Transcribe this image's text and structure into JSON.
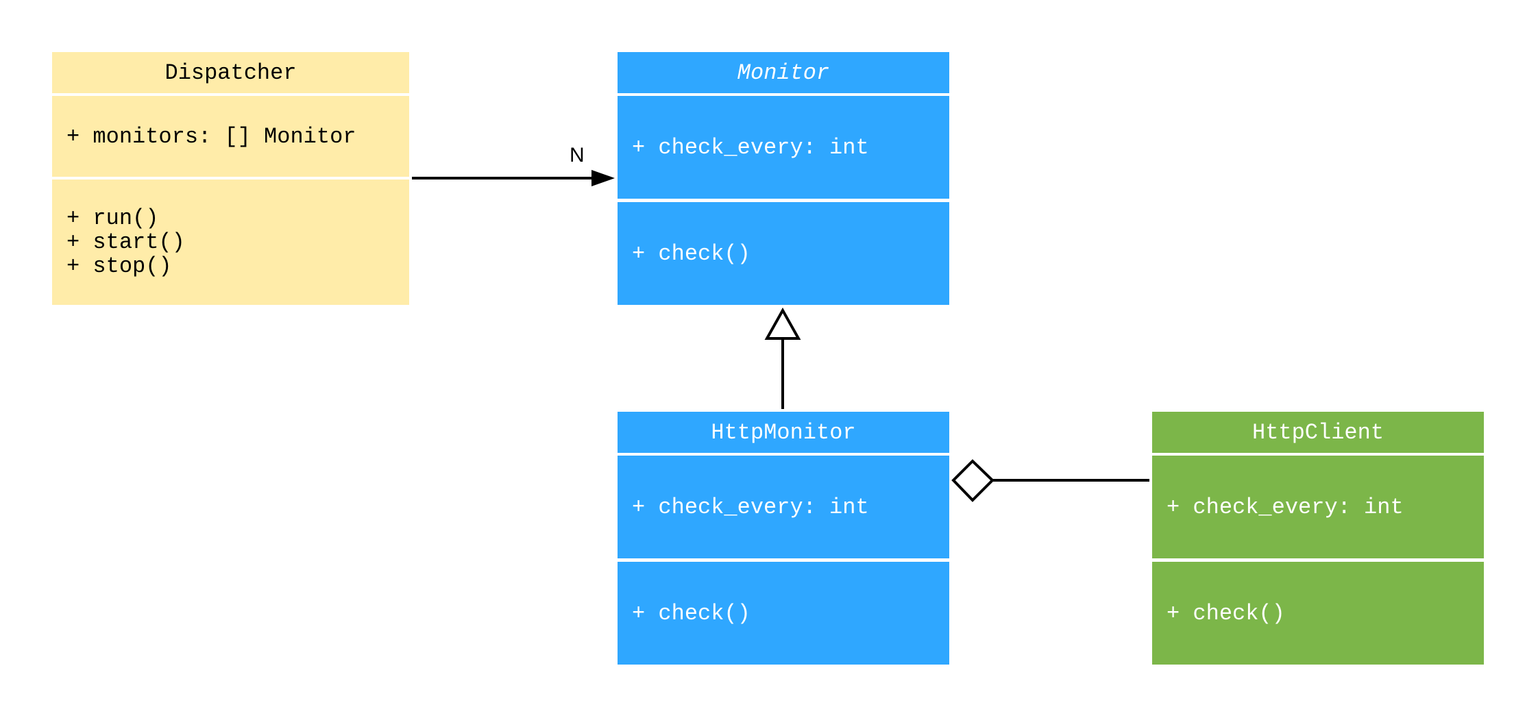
{
  "colors": {
    "dispatcher": "#FFECA9",
    "monitor": "#2FA7FF",
    "http_client": "#7CB649",
    "line": "#000000"
  },
  "classes": {
    "dispatcher": {
      "name": "Dispatcher",
      "attributes": [
        "+ monitors: [] Monitor"
      ],
      "methods": [
        "+ run()",
        "+ start()",
        "+ stop()"
      ]
    },
    "monitor": {
      "name": "Monitor",
      "abstract": true,
      "attributes": [
        "+ check_every: int"
      ],
      "methods": [
        "+ check()"
      ]
    },
    "http_monitor": {
      "name": "HttpMonitor",
      "attributes": [
        "+ check_every: int"
      ],
      "methods": [
        "+ check()"
      ]
    },
    "http_client": {
      "name": "HttpClient",
      "attributes": [
        "+ check_every: int"
      ],
      "methods": [
        "+ check()"
      ]
    }
  },
  "relations": [
    {
      "from": "Dispatcher",
      "to": "Monitor",
      "type": "association",
      "multiplicity": "N"
    },
    {
      "from": "HttpMonitor",
      "to": "Monitor",
      "type": "inheritance"
    },
    {
      "from": "HttpClient",
      "to": "HttpMonitor",
      "type": "aggregation"
    }
  ]
}
